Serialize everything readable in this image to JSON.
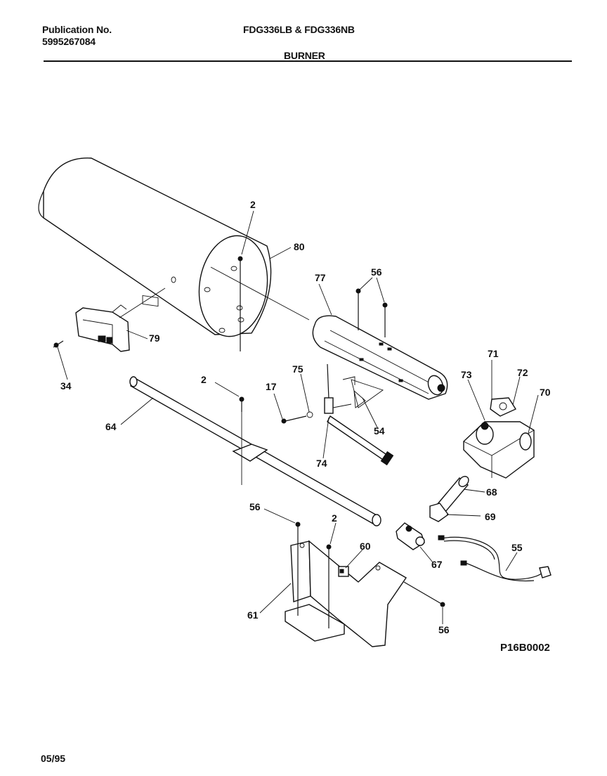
{
  "header": {
    "publication_label": "Publication No.",
    "publication_number": "5995267084",
    "models": "FDG336LB & FDG336NB",
    "section_title": "BURNER"
  },
  "figure_code": "P16B0002",
  "date": "05/95",
  "callouts": {
    "c2a": "2",
    "c80": "80",
    "c56a": "56",
    "c77": "77",
    "c79": "79",
    "c34": "34",
    "c2b": "2",
    "c64": "64",
    "c17": "17",
    "c75": "75",
    "c54": "54",
    "c74": "74",
    "c71": "71",
    "c73": "73",
    "c72": "72",
    "c70": "70",
    "c68": "68",
    "c69": "69",
    "c56b": "56",
    "c2c": "2",
    "c60": "60",
    "c67": "67",
    "c55": "55",
    "c61": "61",
    "c56c": "56"
  }
}
